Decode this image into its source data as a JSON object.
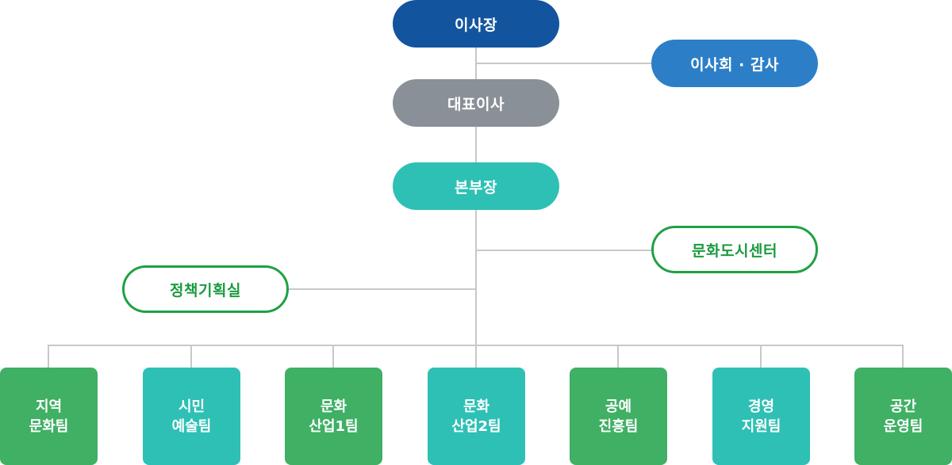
{
  "org": {
    "chairman": "이사장",
    "board": "이사회 · 감사",
    "ceo": "대표이사",
    "director": "본부장",
    "culture_center": "문화도시센터",
    "policy_office": "정책기획실",
    "teams": [
      {
        "line1": "지역",
        "line2": "문화팀"
      },
      {
        "line1": "시민",
        "line2": "예술팀"
      },
      {
        "line1": "문화",
        "line2": "산업1팀"
      },
      {
        "line1": "문화",
        "line2": "산업2팀"
      },
      {
        "line1": "공예",
        "line2": "진흥팀"
      },
      {
        "line1": "경영",
        "line2": "지원팀"
      },
      {
        "line1": "공간",
        "line2": "운영팀"
      }
    ]
  },
  "colors": {
    "chairman": "#13549e",
    "board": "#2c7fc7",
    "ceo": "#8a9097",
    "director": "#2ec0b4",
    "outline_green": "#1fa143",
    "team_green": "#3fb064",
    "team_teal": "#2ec0b4",
    "connector": "#c8c8c8"
  }
}
